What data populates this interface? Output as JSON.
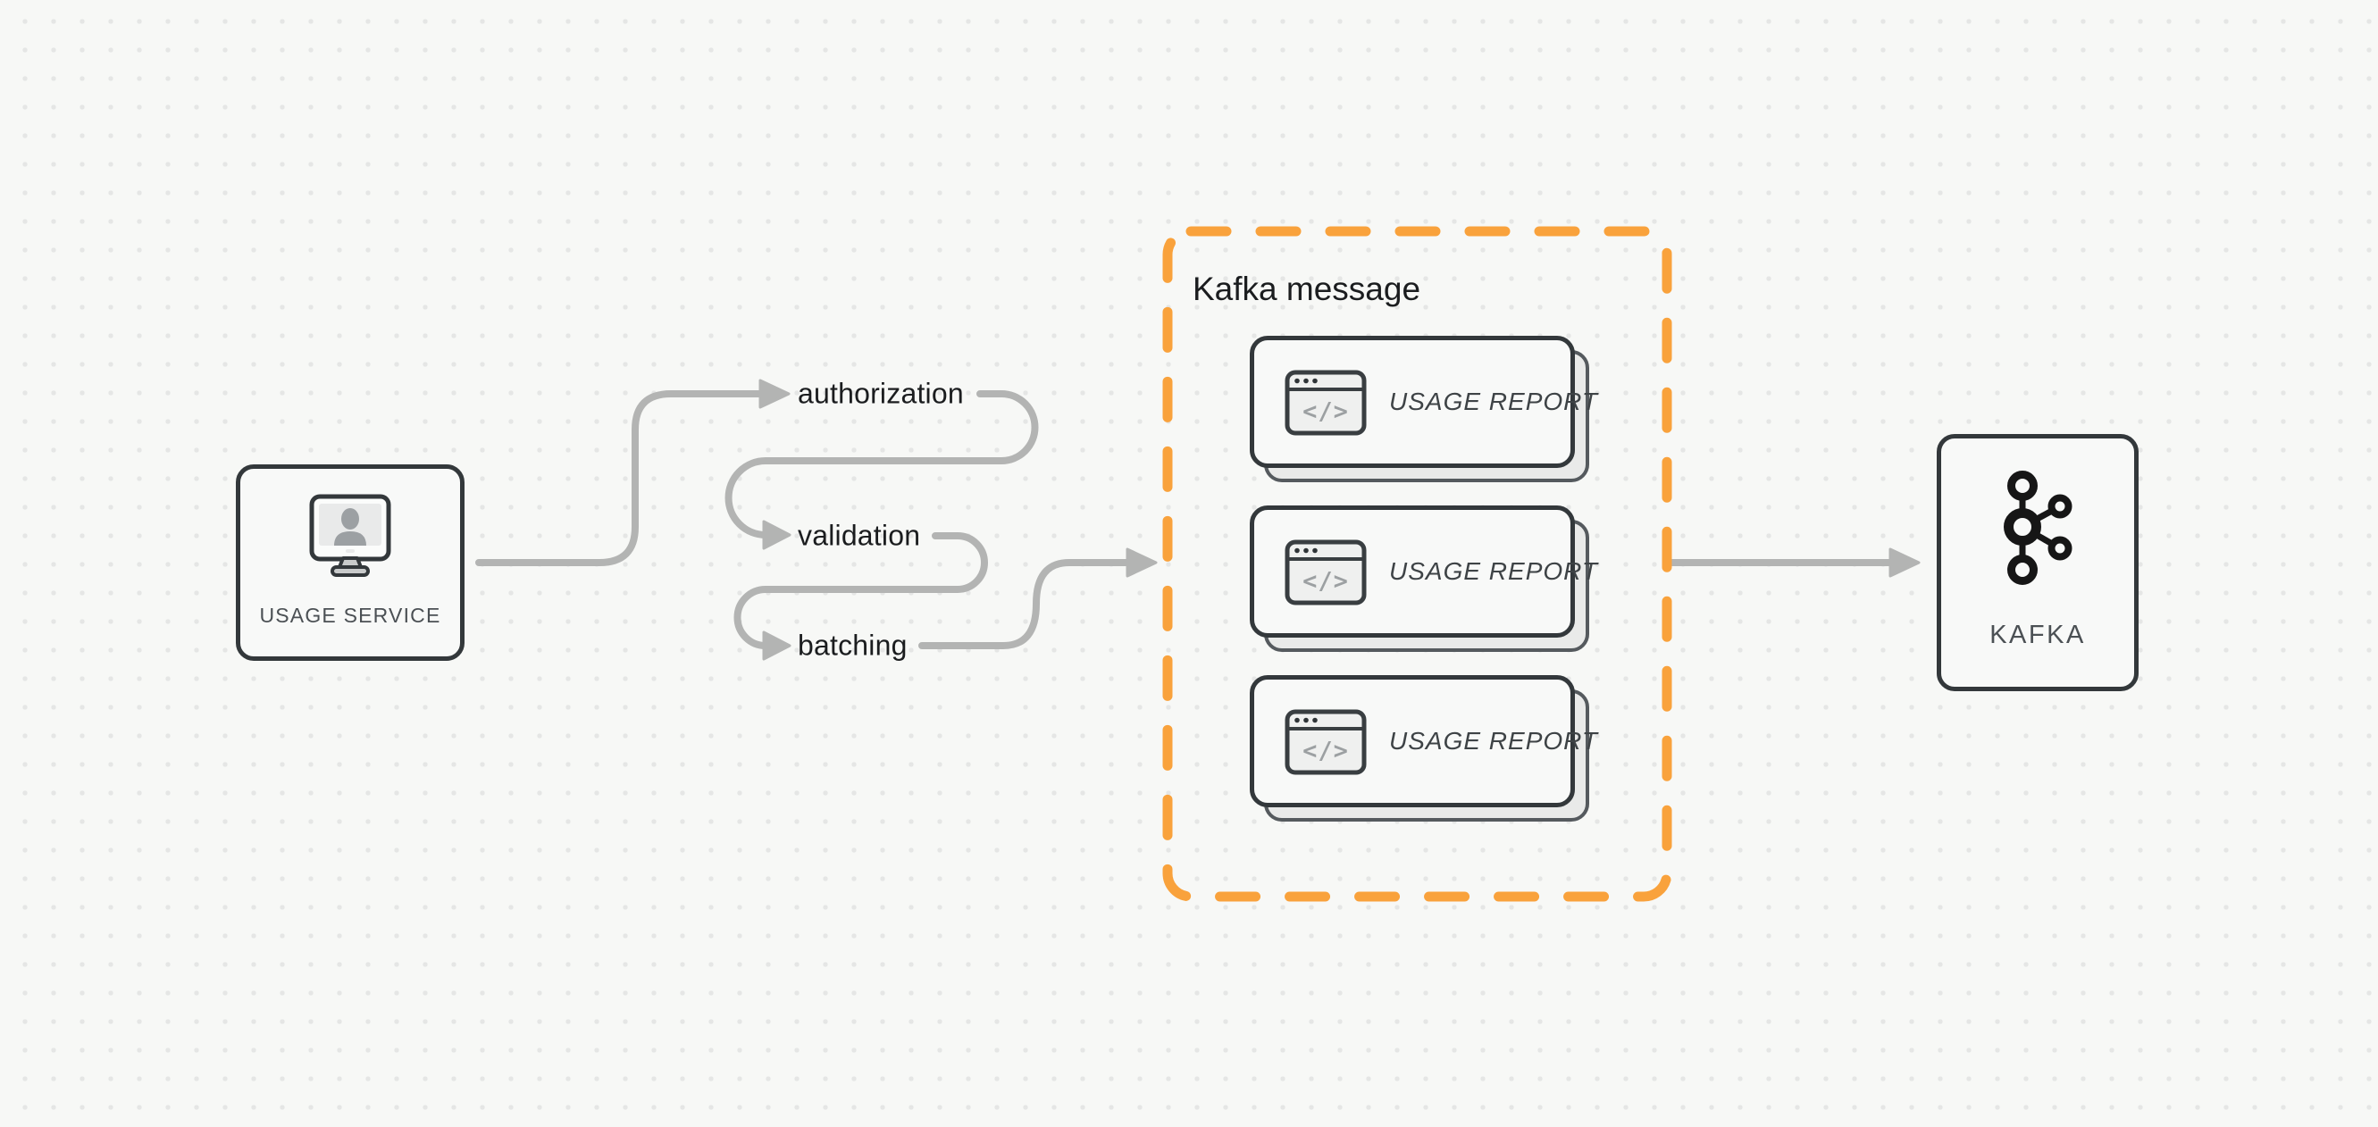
{
  "nodes": {
    "usage_service": {
      "label": "USAGE SERVICE"
    },
    "kafka": {
      "label": "KAFKA"
    }
  },
  "steps": [
    {
      "label": "authorization"
    },
    {
      "label": "validation"
    },
    {
      "label": "batching"
    }
  ],
  "kafka_message_group": {
    "title": "Kafka message",
    "cards": [
      {
        "label": "USAGE REPORT"
      },
      {
        "label": "USAGE REPORT"
      },
      {
        "label": "USAGE REPORT"
      }
    ]
  },
  "icons": {
    "browser_code_glyph": "</>",
    "monitor_icon": "user-monitor-icon",
    "kafka_logo_icon": "kafka-logo-icon",
    "code_browser_icon": "code-browser-icon"
  },
  "colors": {
    "canvas_bg": "#F7F8F6",
    "dot_grid": "#E5E6E5",
    "accent_orange": "#F9A23C",
    "arrow_gray": "#B3B4B3",
    "node_border": "#33383B",
    "node_fill": "#F8F9F8",
    "card_shadow_fill": "#E9EAE9",
    "label_text": "#1B1D1F",
    "muted_text": "#4B5054"
  }
}
